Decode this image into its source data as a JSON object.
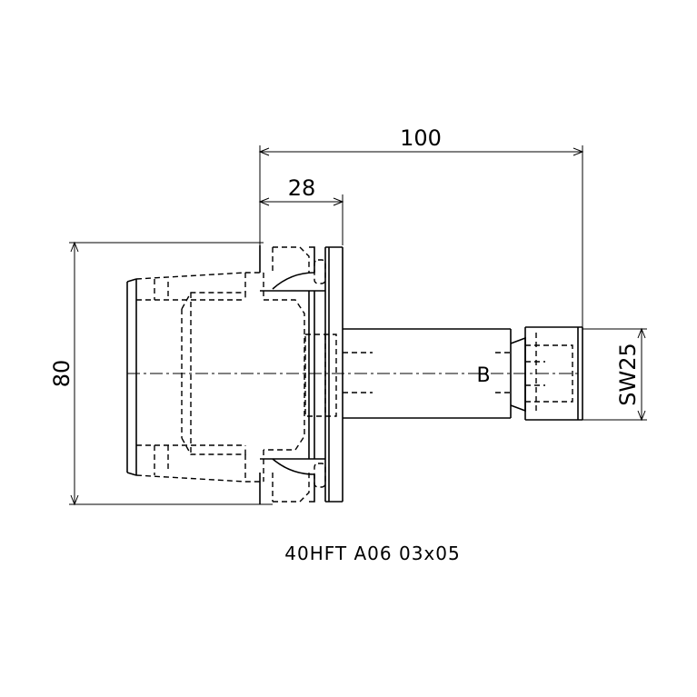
{
  "dimensions": {
    "overall_length": "100",
    "flange_length": "28",
    "flange_diameter": "80",
    "tool_size": "SW25"
  },
  "marker": "B",
  "caption": "40HFT A06 03x05"
}
